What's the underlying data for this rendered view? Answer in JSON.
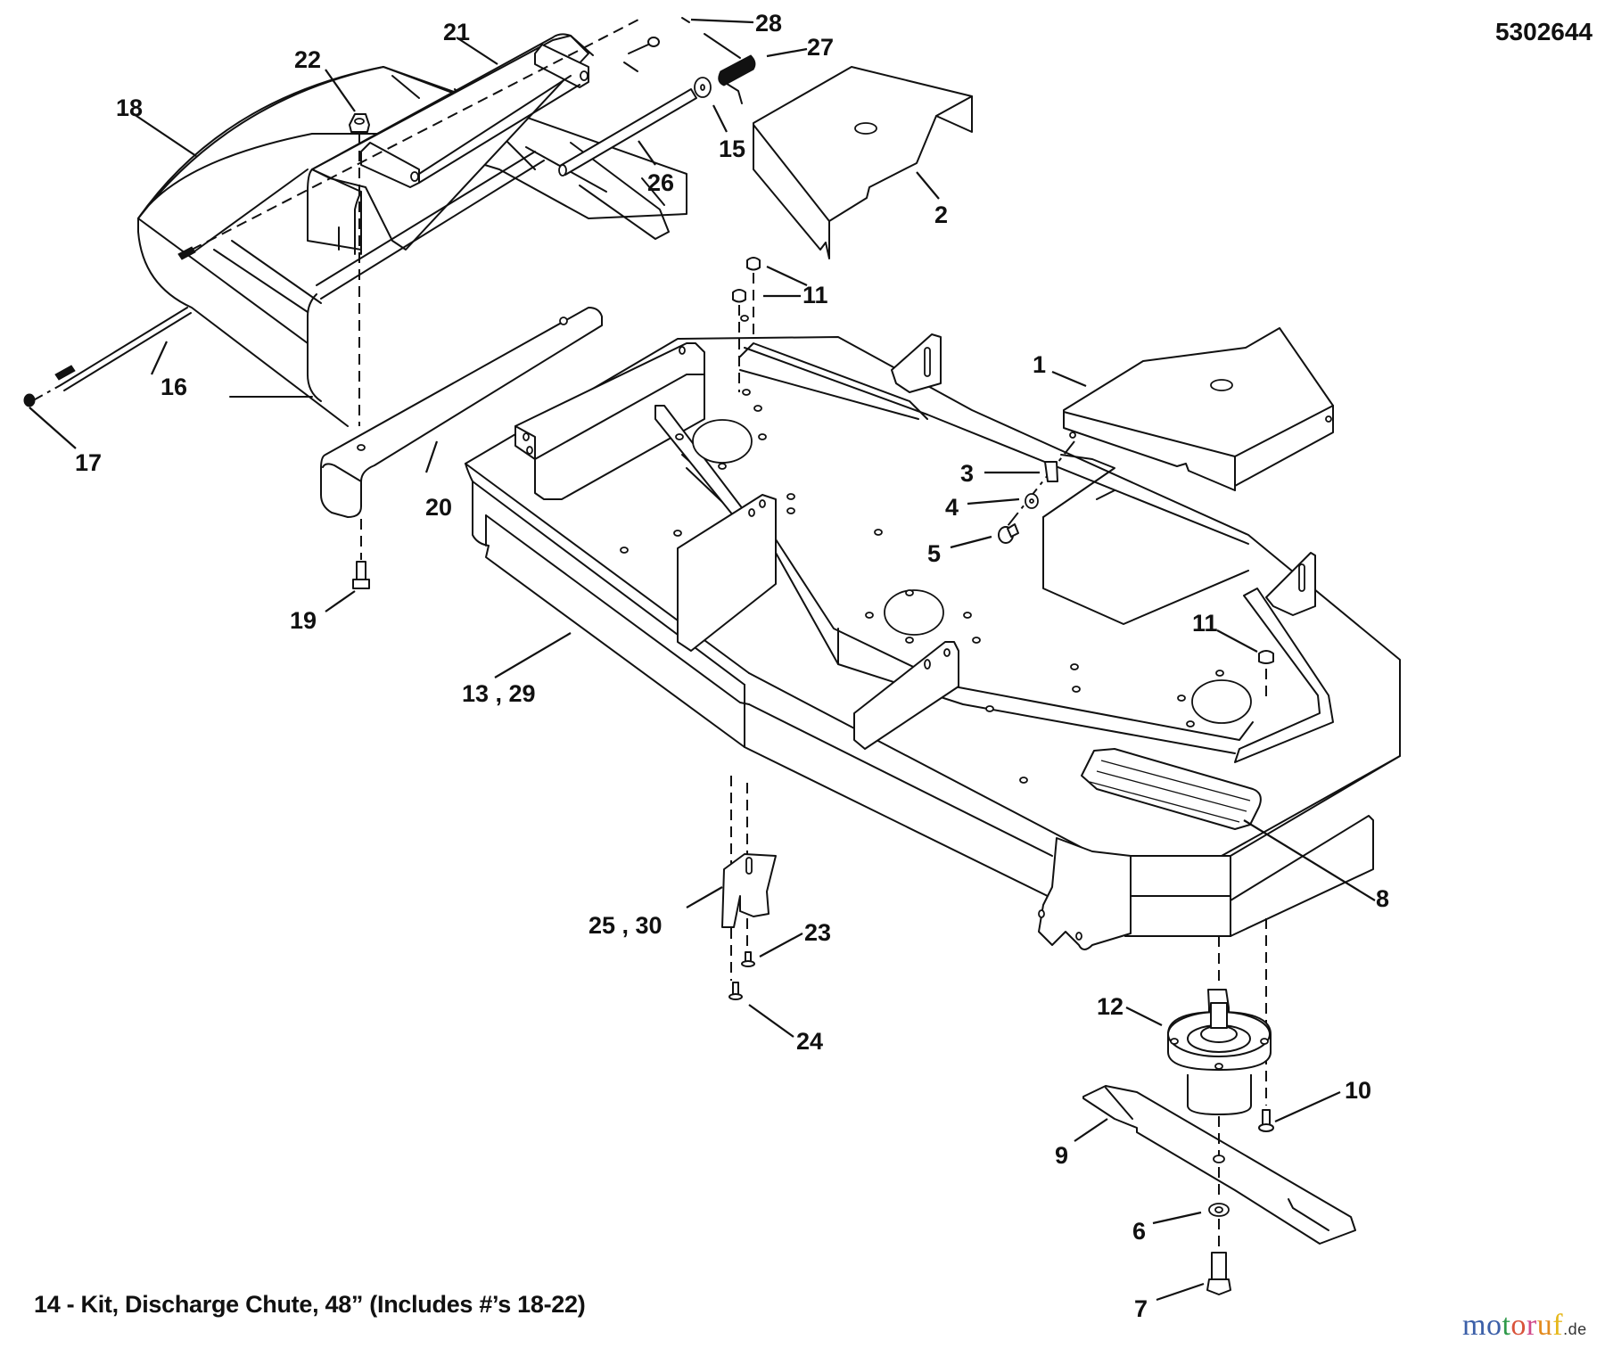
{
  "drawing_number": "5302644",
  "kit_note": "14 - Kit, Discharge Chute, 48” (Includes #’s 18-22)",
  "watermark": {
    "letters": [
      {
        "ch": "m",
        "color": "#3b5fa8"
      },
      {
        "ch": "o",
        "color": "#3b5fa8"
      },
      {
        "ch": "t",
        "color": "#2f9a4a"
      },
      {
        "ch": "o",
        "color": "#d9533a"
      },
      {
        "ch": "r",
        "color": "#d14a8a"
      },
      {
        "ch": "u",
        "color": "#e38b1f"
      },
      {
        "ch": "f",
        "color": "#e6b81c"
      }
    ],
    "tld": ".de"
  },
  "callouts": {
    "c1": "1",
    "c2": "2",
    "c3": "3",
    "c4": "4",
    "c5": "5",
    "c6": "6",
    "c7": "7",
    "c8": "8",
    "c9": "9",
    "c10": "10",
    "c11a": "11",
    "c11b": "11",
    "c12": "12",
    "c13_29": "13 , 29",
    "c15": "15",
    "c16": "16",
    "c17": "17",
    "c18": "18",
    "c19": "19",
    "c20": "20",
    "c21": "21",
    "c22": "22",
    "c23": "23",
    "c24": "24",
    "c25_30": "25 , 30",
    "c26": "26",
    "c27": "27",
    "c28": "28"
  },
  "parts": [
    {
      "ref": "1",
      "name": "shield-right"
    },
    {
      "ref": "2",
      "name": "shield-left"
    },
    {
      "ref": "3",
      "name": "clip-nut"
    },
    {
      "ref": "4",
      "name": "washer"
    },
    {
      "ref": "5",
      "name": "bolt"
    },
    {
      "ref": "6",
      "name": "blade-washer"
    },
    {
      "ref": "7",
      "name": "blade-bolt"
    },
    {
      "ref": "8",
      "name": "step-pad"
    },
    {
      "ref": "9",
      "name": "blade"
    },
    {
      "ref": "10",
      "name": "spindle-bolt"
    },
    {
      "ref": "11",
      "name": "flange-nut"
    },
    {
      "ref": "12",
      "name": "spindle-assembly"
    },
    {
      "ref": "13 , 29",
      "name": "mower-deck"
    },
    {
      "ref": "14",
      "name": "discharge-chute-kit"
    },
    {
      "ref": "15",
      "name": "chute-washer"
    },
    {
      "ref": "16",
      "name": "chute-rod"
    },
    {
      "ref": "17",
      "name": "rod-cap"
    },
    {
      "ref": "18",
      "name": "discharge-chute"
    },
    {
      "ref": "19",
      "name": "bracket-bolt"
    },
    {
      "ref": "20",
      "name": "chute-bracket-lower"
    },
    {
      "ref": "21",
      "name": "chute-bracket-upper"
    },
    {
      "ref": "22",
      "name": "bracket-nut"
    },
    {
      "ref": "23",
      "name": "baffle-screw"
    },
    {
      "ref": "24",
      "name": "baffle-screw-2"
    },
    {
      "ref": "25 , 30",
      "name": "baffle"
    },
    {
      "ref": "26",
      "name": "pivot-tube"
    },
    {
      "ref": "27",
      "name": "torsion-spring"
    },
    {
      "ref": "28",
      "name": "cotter-pin"
    }
  ]
}
